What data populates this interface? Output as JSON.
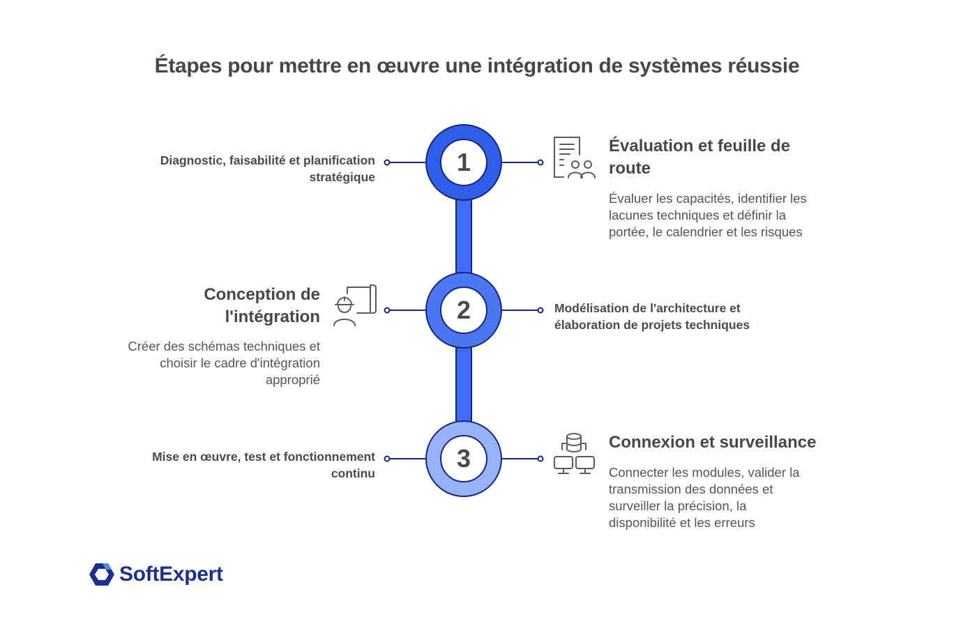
{
  "title": "Étapes pour mettre en œuvre une intégration de systèmes réussie",
  "colors": {
    "outline": "#16257a",
    "step1_ring": "#2f5ee8",
    "step2_ring": "#4b77f0",
    "step3_ring": "#98b2f8",
    "connector": "#3f6cf2",
    "icon_stroke": "#5a5a66",
    "logo": "#1b2f8f"
  },
  "steps": [
    {
      "number": "1",
      "side_label": "Diagnostic, faisabilité et planification stratégique",
      "side_label_lines": [
        "Diagnostic, faisabilité et planification",
        "stratégique"
      ],
      "heading_lines": [
        "Évaluation et feuille de",
        "route"
      ],
      "description_lines": [
        "Évaluer les capacités, identifier les",
        "lacunes techniques et définir la",
        "portée, le calendrier et les risques"
      ],
      "icon": "document-team-icon"
    },
    {
      "number": "2",
      "side_label_lines": [
        "Modélisation de l'architecture et",
        "élaboration de projets techniques"
      ],
      "heading_lines": [
        "Conception de",
        "l'intégration"
      ],
      "description_lines": [
        "Créer des schémas techniques et",
        "choisir le cadre d'intégration",
        "approprié"
      ],
      "icon": "engineer-blueprint-icon"
    },
    {
      "number": "3",
      "side_label_lines": [
        "Mise en œuvre, test et fonctionnement",
        "continu"
      ],
      "heading_lines": [
        "Connexion et surveillance"
      ],
      "description_lines": [
        "Connecter les modules, valider la",
        "transmission des données et",
        "surveiller la précision, la",
        "disponibilité et les erreurs"
      ],
      "icon": "database-network-icon"
    }
  ],
  "logo": {
    "text": "SoftExpert",
    "icon": "softexpert-hexagon-logo-icon"
  }
}
